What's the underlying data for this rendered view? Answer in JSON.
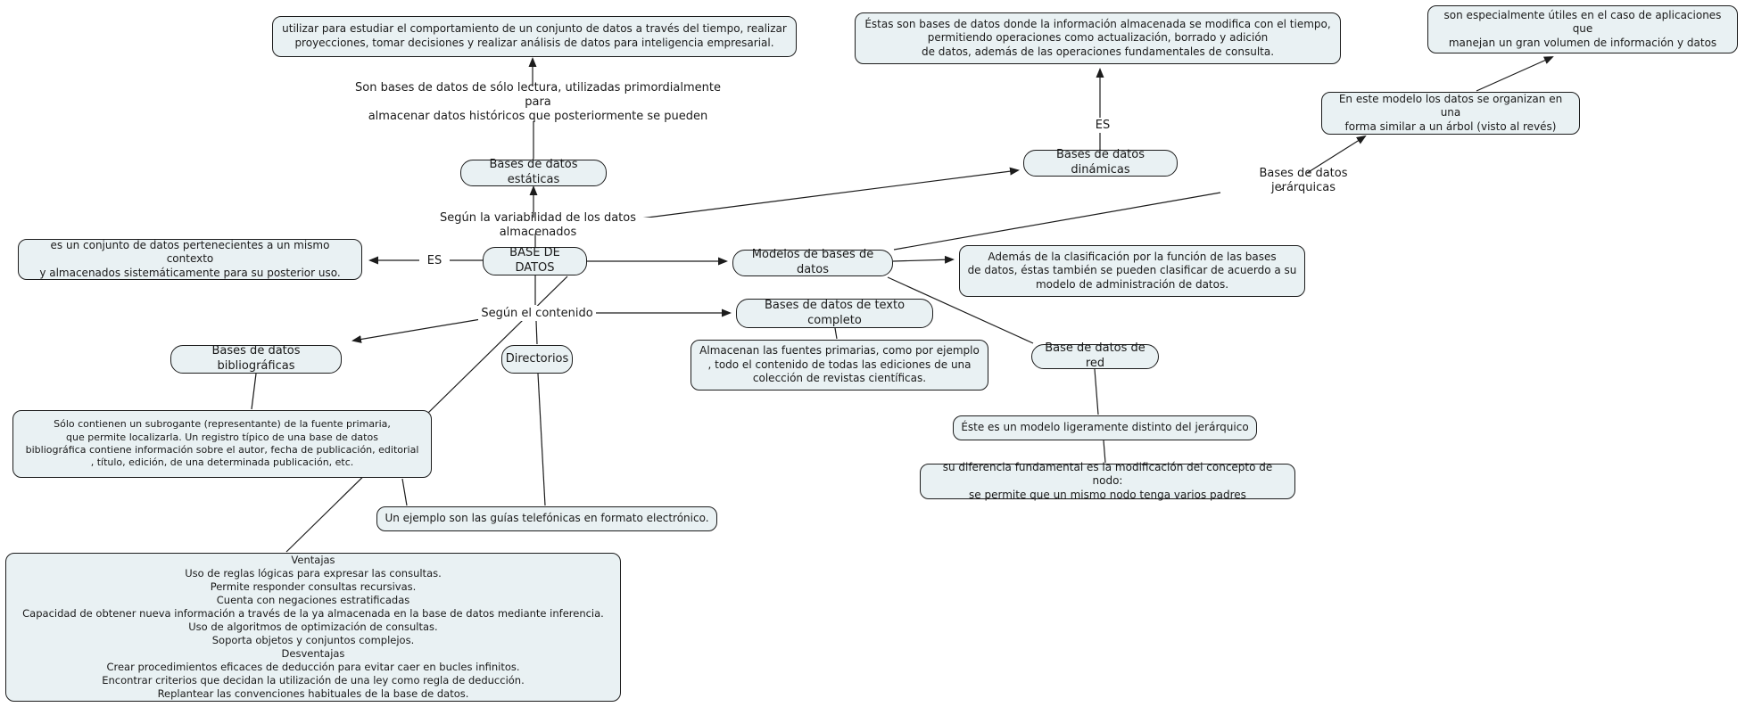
{
  "diagram": {
    "title": "Mapa conceptual: Base de datos",
    "colors": {
      "background": "#ffffff",
      "node_fill": "#e9f1f3",
      "node_border": "#1c1c1c",
      "text": "#1a1a1a"
    },
    "nodes": {
      "base": {
        "text": "BASE DE DATOS",
        "kind": "concept"
      },
      "estaticas": {
        "text": "Bases de datos estáticas",
        "kind": "concept"
      },
      "dinamicas": {
        "text": "Bases de datos dinámicas",
        "kind": "concept"
      },
      "modelos": {
        "text": "Modelos de bases de datos",
        "kind": "concept"
      },
      "textocompleto": {
        "text": "Bases de datos de texto completo",
        "kind": "concept"
      },
      "directorios": {
        "text": "Directorios",
        "kind": "concept"
      },
      "bibliograficas": {
        "text": "Bases de datos bibliográficas",
        "kind": "concept"
      },
      "red": {
        "text": "Base de datos de red",
        "kind": "concept"
      },
      "utilizar": {
        "text": "utilizar para estudiar el comportamiento de un conjunto de datos a través del tiempo, realizar\nproyecciones, tomar decisiones y realizar análisis de datos para inteligencia empresarial.",
        "kind": "description"
      },
      "dinadesc": {
        "text": "Éstas son bases de datos donde la información almacenada se modifica con el tiempo,\npermitiendo operaciones como actualización, borrado y adición\nde datos, además de las operaciones fundamentales de consulta.",
        "kind": "description"
      },
      "utiles": {
        "text": "son especialmente útiles en el caso de aplicaciones que\nmanejan un gran volumen de información y datos",
        "kind": "description"
      },
      "arbol": {
        "text": "En este modelo los datos se organizan en una\nforma similar a un árbol (visto al revés)",
        "kind": "description"
      },
      "conjunto": {
        "text": "es un conjunto de datos pertenecientes a un mismo contexto\ny almacenados sistemáticamente para su posterior uso.",
        "kind": "description"
      },
      "ademas": {
        "text": "Además de la clasificación por la función de las bases\nde datos, éstas también se pueden clasificar de acuerdo a su\nmodelo de administración de datos.",
        "kind": "description"
      },
      "almacenan": {
        "text": "Almacenan las fuentes primarias, como por ejemplo\n, todo el contenido de todas las ediciones de una\ncolección de revistas científicas.",
        "kind": "description"
      },
      "distinto": {
        "text": "Éste es un modelo ligeramente distinto del jerárquico",
        "kind": "description"
      },
      "diferencia": {
        "text": "su diferencia fundamental es la modificación del concepto de nodo:\nse permite que un mismo nodo tenga varios padres",
        "kind": "description"
      },
      "subrogante": {
        "text": "Sólo contienen un subrogante (representante) de la fuente primaria,\nque permite localizarla. Un registro típico de una base de datos\nbibliográfica contiene información sobre el autor, fecha de publicación, editorial\n, título, edición, de una determinada publicación, etc.",
        "kind": "description"
      },
      "guias": {
        "text": "Un ejemplo son las guías telefónicas en formato electrónico.",
        "kind": "description"
      },
      "ventajas": {
        "text": "Ventajas\nUso de reglas lógicas para expresar las consultas.\nPermite responder consultas recursivas.\nCuenta con negaciones estratificadas\nCapacidad de obtener nueva información a través de la ya almacenada en la base de datos mediante inferencia.\nUso de algoritmos de optimización de consultas.\nSoporta objetos y conjuntos complejos.\nDesventajas\nCrear procedimientos eficaces de deducción para evitar caer en bucles infinitos.\nEncontrar criterios que decidan la utilización de una ley como regla de deducción.\nReplantear las convenciones habituales de la base de datos.",
        "kind": "description"
      }
    },
    "link_labels": {
      "historicos": {
        "text": "Son bases de datos de sólo lectura, utilizadas primordialmente para\nalmacenar datos históricos que posteriormente se pueden"
      },
      "variabilidad": {
        "text": "Según la variabilidad de los datos almacenados"
      },
      "contenido": {
        "text": "Según el contenido"
      },
      "jerarquicas": {
        "text": "Bases de datos jerárquicas"
      },
      "es_left": {
        "text": "ES"
      },
      "es_top": {
        "text": "ES"
      }
    }
  }
}
